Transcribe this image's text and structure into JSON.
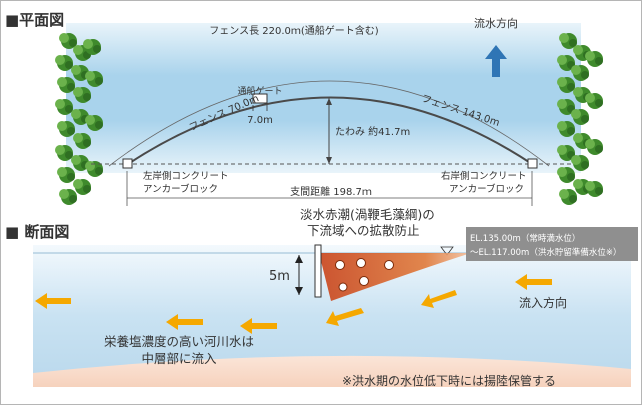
{
  "plan": {
    "heading": "■平面図",
    "fence_total": "フェンス長 220.0ｍ(通船ゲート含む)",
    "flow_direction": "流水方向",
    "gate": "通船ゲート",
    "fence_left": "フェンス 70.0m",
    "gate_width": "7.0m",
    "fence_right": "フェンス 143.0m",
    "sag": "たわみ 約41.7m",
    "left_anchor_1": "左岸側コンクリート",
    "left_anchor_2": "アンカーブロック",
    "right_anchor_1": "右岸側コンクリート",
    "right_anchor_2": "アンカーブロック",
    "span": "支間距離 198.7ｍ"
  },
  "section": {
    "heading": "■ 断面図",
    "purpose_1": "淡水赤潮(渦鞭毛藻綱)の",
    "purpose_2": "下流域への拡散防止",
    "level_1": "EL.135.00m（常時満水位）",
    "level_2": "～EL.117.00m（洪水貯留準備水位※）",
    "depth": "5m",
    "inflow": "流入方向",
    "river_1": "栄養塩濃度の高い河川水は",
    "river_2": "中層部に流入",
    "note": "※洪水期の水位低下時には揚陸保管する"
  },
  "colors": {
    "arrow": "#f5a800",
    "flow_arrow": "#2f75b5",
    "red_tide": "#d9541e",
    "water": "#cfe4f2",
    "vegetation": "#4f9a38"
  }
}
